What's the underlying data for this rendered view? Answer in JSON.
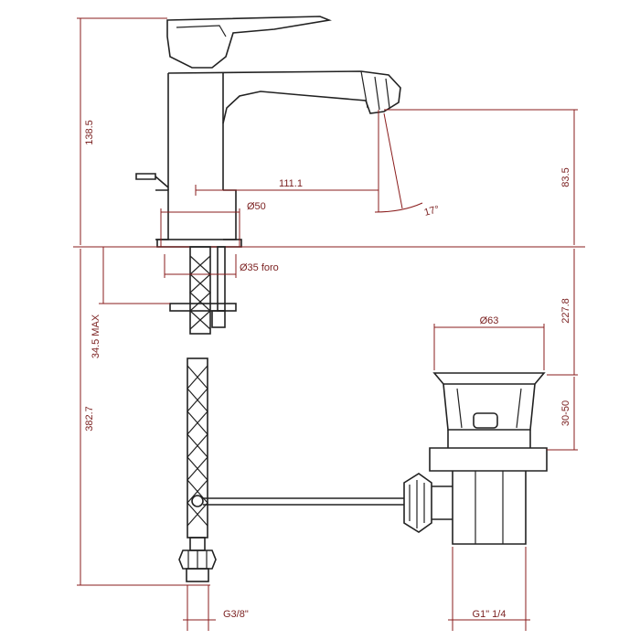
{
  "drawing": {
    "colors": {
      "dimension": "#8a1c1c",
      "outline": "#222222",
      "background": "#ffffff"
    },
    "labels": {
      "height_total_faucet": "138.5",
      "spout_height": "83.5",
      "spout_reach": "111.1",
      "angle": "17°",
      "base_diameter": "Ø50",
      "hole_diameter": "Ø35 foro",
      "deck_max": "34.5 MAX",
      "drain_depth": "227.8",
      "drain_diameter": "Ø63",
      "drain_range": "30-50",
      "total_below": "382.7",
      "thread_hose": "G3/8\"",
      "thread_drain": "G1\" 1/4"
    }
  }
}
